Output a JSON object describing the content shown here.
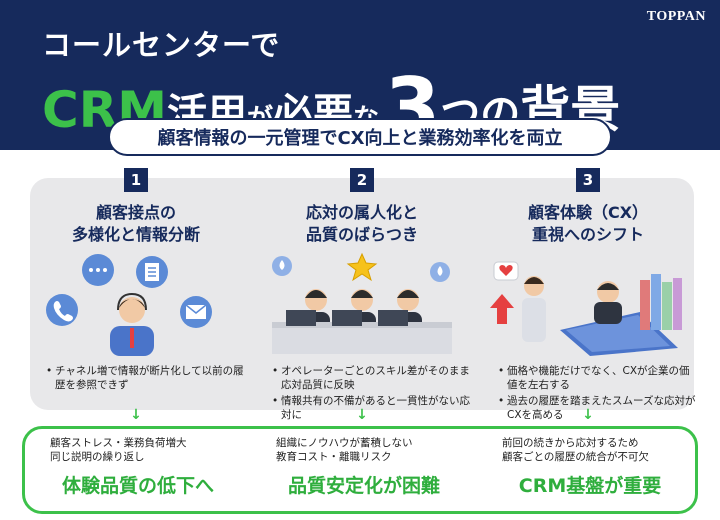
{
  "header": {
    "brand": "TOPPAN",
    "title_line1": "コールセンターで",
    "title_crm": "CRM",
    "title_katsuyou": "活用",
    "title_ga": "が",
    "title_hitsuyou": "必要",
    "title_na": "な",
    "title_three": "3",
    "title_tsuno": "つの",
    "title_haikei": "背景",
    "subtitle": "顧客情報の一元管理でCX向上と業務効率化を両立"
  },
  "columns": [
    {
      "number": "1",
      "title_line1": "顧客接点の",
      "title_line2": "多様化と情報分断",
      "bullets": [
        "チャネル増で情報が断片化して以前の履歴を参照できず"
      ],
      "icons": [
        "chat-bubble-icon",
        "document-icon",
        "phone-icon",
        "mail-icon",
        "operator-icon"
      ]
    },
    {
      "number": "2",
      "title_line1": "応対の属人化と",
      "title_line2": "品質のばらつき",
      "bullets": [
        "オペレーターごとのスキル差がそのまま応対品質に反映",
        "情報共有の不備があると一貫性がない応対に"
      ],
      "icons": [
        "sweat-drop-icon",
        "star-icon",
        "operator-group-icon"
      ]
    },
    {
      "number": "3",
      "title_line1": "顧客体験（CX）",
      "title_line2": "重視へのシフト",
      "bullets": [
        "価格や機能だけでなく、CXが企業の価値を左右する",
        "過去の履歴を踏まえたスムーズな応対がCXを高める"
      ],
      "icons": [
        "heart-bubble-icon",
        "up-arrow-icon",
        "customer-icon",
        "tablet-operator-icon",
        "books-icon"
      ]
    }
  ],
  "results": [
    {
      "desc_line1": "顧客ストレス・業務負荷増大",
      "desc_line2": "同じ説明の繰り返し",
      "key": "体験品質の低下へ"
    },
    {
      "desc_line1": "組織にノウハウが蓄積しない",
      "desc_line2": "教育コスト・離職リスク",
      "key": "品質安定化が困難"
    },
    {
      "desc_line1": "前回の続きから応対するため",
      "desc_line2": "顧客ごとの履歴の統合が不可欠",
      "key": "CRM基盤が重要"
    }
  ],
  "arrow_glyph": "↓",
  "colors": {
    "navy": "#162a5c",
    "green": "#3cc14a",
    "panel_gray": "#e8e8ea",
    "accent_blue": "#4a74c9"
  }
}
